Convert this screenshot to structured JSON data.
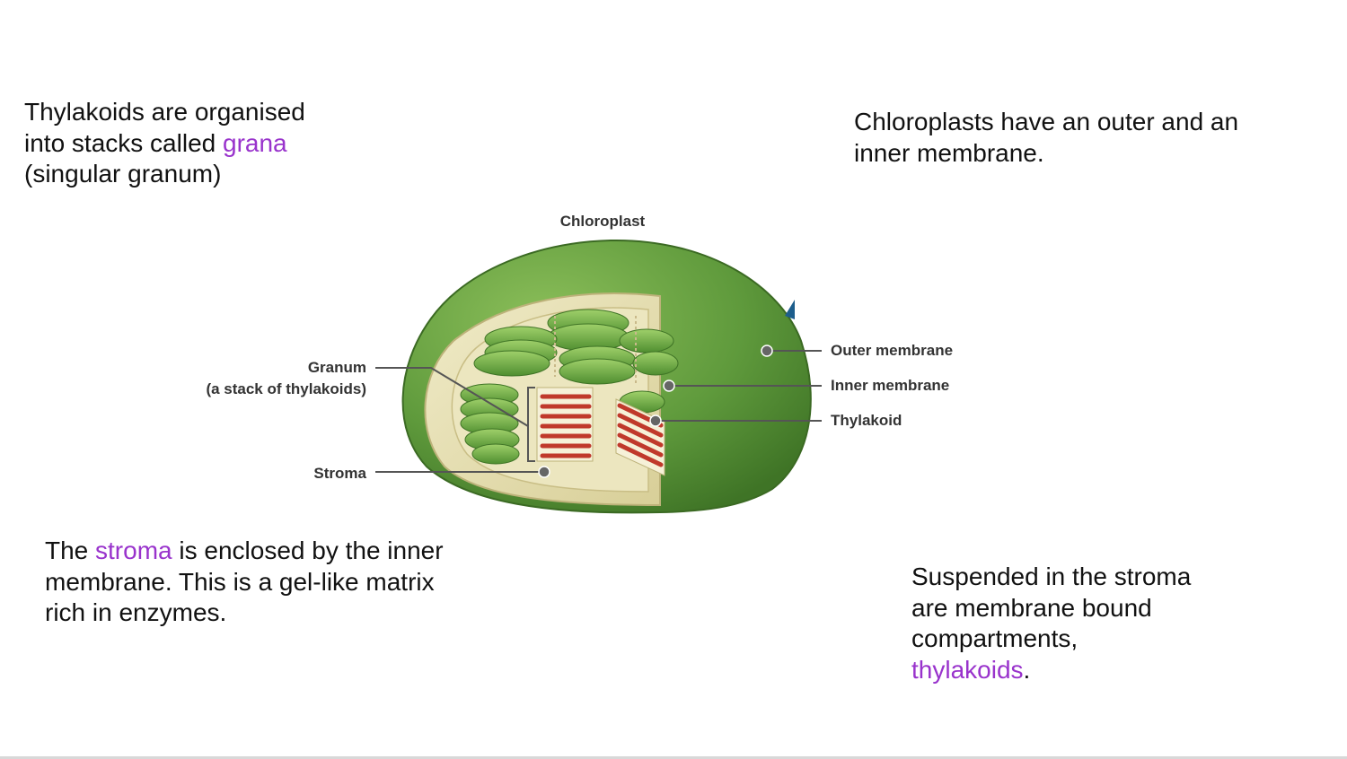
{
  "notes": {
    "grana": {
      "line1": "Thylakoids are organised",
      "line2_pre": "into stacks called ",
      "line2_term": "grana",
      "line3": "(singular granum)"
    },
    "membrane": {
      "line1": "Chloroplasts have an outer and an",
      "line2": "inner membrane."
    },
    "stroma": {
      "pre": "The ",
      "term": "stroma",
      "line1_post": " is enclosed by the inner",
      "line2": "membrane. This is a gel-like matrix",
      "line3": "rich in enzymes."
    },
    "thylakoids": {
      "line1": "Suspended in the stroma",
      "line2": "are membrane bound",
      "line3": "compartments,",
      "term": "thylakoids",
      "post": "."
    }
  },
  "diagram": {
    "title": "Chloroplast",
    "labels": {
      "outer_membrane": "Outer membrane",
      "inner_membrane": "Inner membrane",
      "thylakoid": "Thylakoid",
      "granum": "Granum",
      "granum_sub": "(a stack of thylakoids)",
      "stroma": "Stroma"
    }
  },
  "colors": {
    "highlight": "#9933cc",
    "outer_green": "#5e9a3c",
    "inner_cream": "#e6dfb0",
    "thylakoid_red": "#c0392b"
  }
}
